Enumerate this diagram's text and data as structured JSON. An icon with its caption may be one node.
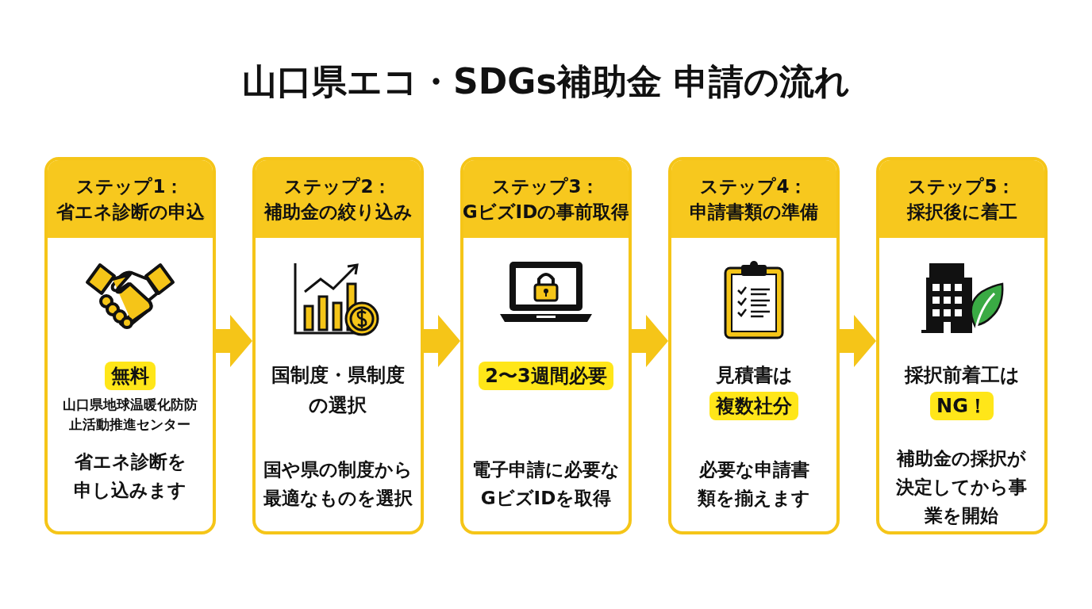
{
  "diagram": {
    "title": "山口県エコ・SDGs補助金 申請の流れ",
    "nodes": [
      {
        "text": [
          "ステップ1：",
          "省エネ診断の申込",
          "無料",
          "山口県地球温暖化防防止活動推進センター",
          "省エネ診断を申し込みます"
        ]
      },
      {
        "text": [
          "ステップ2：",
          "補助金の絞り込み",
          "国制度・県制度の選択",
          "国や県の制度から最適なものを選択"
        ]
      },
      {
        "text": [
          "ステップ3：",
          "GビズIDの事前取得",
          "2〜3週間必要",
          "電子申請に必要なGビズIDを取得"
        ]
      },
      {
        "text": [
          "ステップ4：",
          "申請書類の準備",
          "見積書は",
          "複数社分",
          "必要な申請書類を揃えます"
        ]
      },
      {
        "text": [
          "ステップ5：",
          "採択後に着工",
          "採択前着工は",
          "NG！",
          "補助金の採択が決定してから事業を開始"
        ]
      }
    ],
    "edges": [
      {
        "from": 0,
        "to": 1,
        "arrow": "to"
      },
      {
        "from": 1,
        "to": 2,
        "arrow": "to"
      },
      {
        "from": 2,
        "to": 3,
        "arrow": "to"
      },
      {
        "from": 3,
        "to": 4,
        "arrow": "to"
      }
    ]
  }
}
